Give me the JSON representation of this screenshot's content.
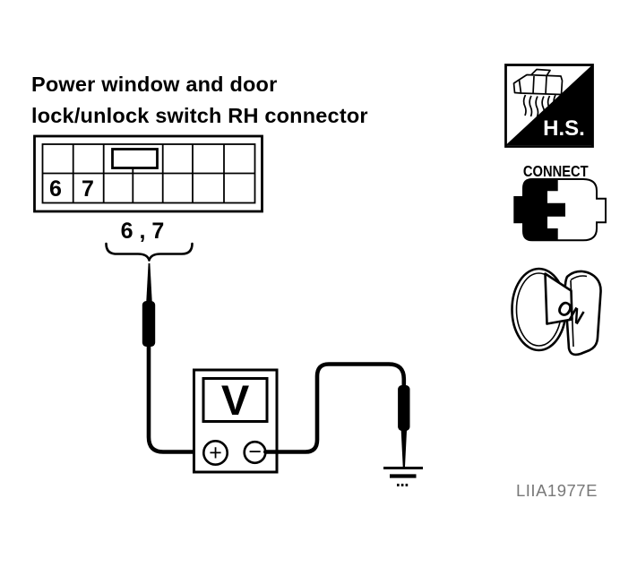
{
  "title": {
    "line1": "Power window and door",
    "line2": "lock/unlock switch RH connector"
  },
  "connector": {
    "description": "12-cavity connector face, 2 rows, latch slot top center",
    "pin_labels": [
      "6",
      "7"
    ],
    "terminal_group_label": "6 , 7"
  },
  "meter": {
    "display_label": "V",
    "positive_terminal": "+",
    "negative_terminal": "−"
  },
  "icons": {
    "hs": {
      "label": "H.S."
    },
    "connect": {
      "label": "CONNECT"
    },
    "ignition": {
      "label": "ON"
    }
  },
  "figure_code": "LIIA1977E",
  "colors": {
    "ink": "#000000",
    "code_text": "#787878",
    "background": "#ffffff"
  }
}
